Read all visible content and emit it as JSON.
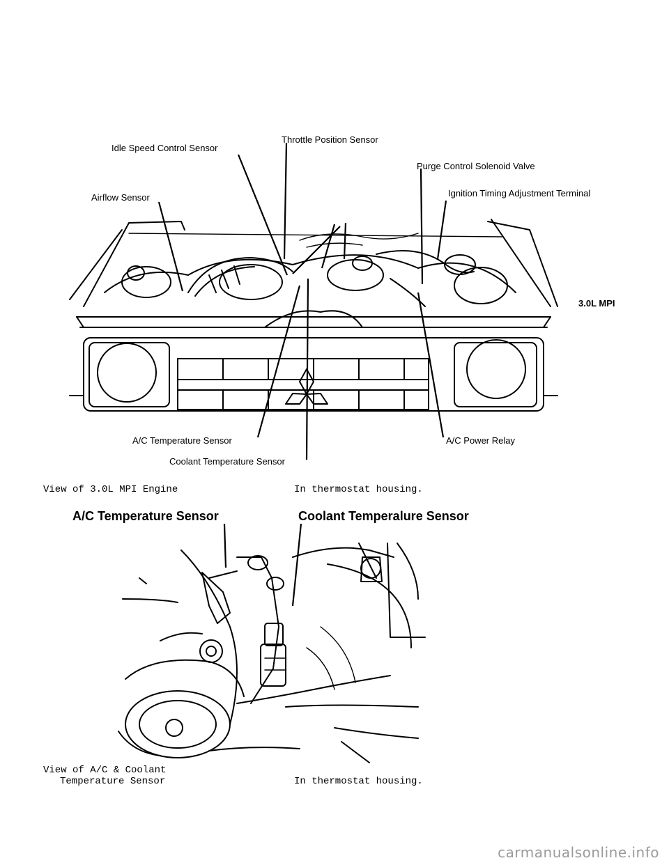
{
  "figure1": {
    "labels": {
      "throttle": "Throttle Position Sensor",
      "idle": "Idle Speed Control Sensor",
      "purge": "Purge Control Solenoid Valve",
      "ignition": "Ignition Timing Adjustment Terminal",
      "airflow": "Airflow Sensor",
      "engine": "3.0L MPI",
      "ac_temp": "A/C Temperature Sensor",
      "ac_relay": "A/C Power Relay",
      "coolant": "Coolant Temperature Sensor"
    },
    "caption_left": "View of 3.0L MPI Engine",
    "caption_right": "In thermostat housing."
  },
  "figure2": {
    "labels": {
      "ac_temp": "A/C Temperature Sensor",
      "coolant": "Coolant Temperalure Sensor"
    },
    "caption_left_line1": "View of A/C & Coolant",
    "caption_left_line2": "Temperature Sensor",
    "caption_right": "In thermostat housing."
  },
  "watermark": "carmanualsonline.info"
}
